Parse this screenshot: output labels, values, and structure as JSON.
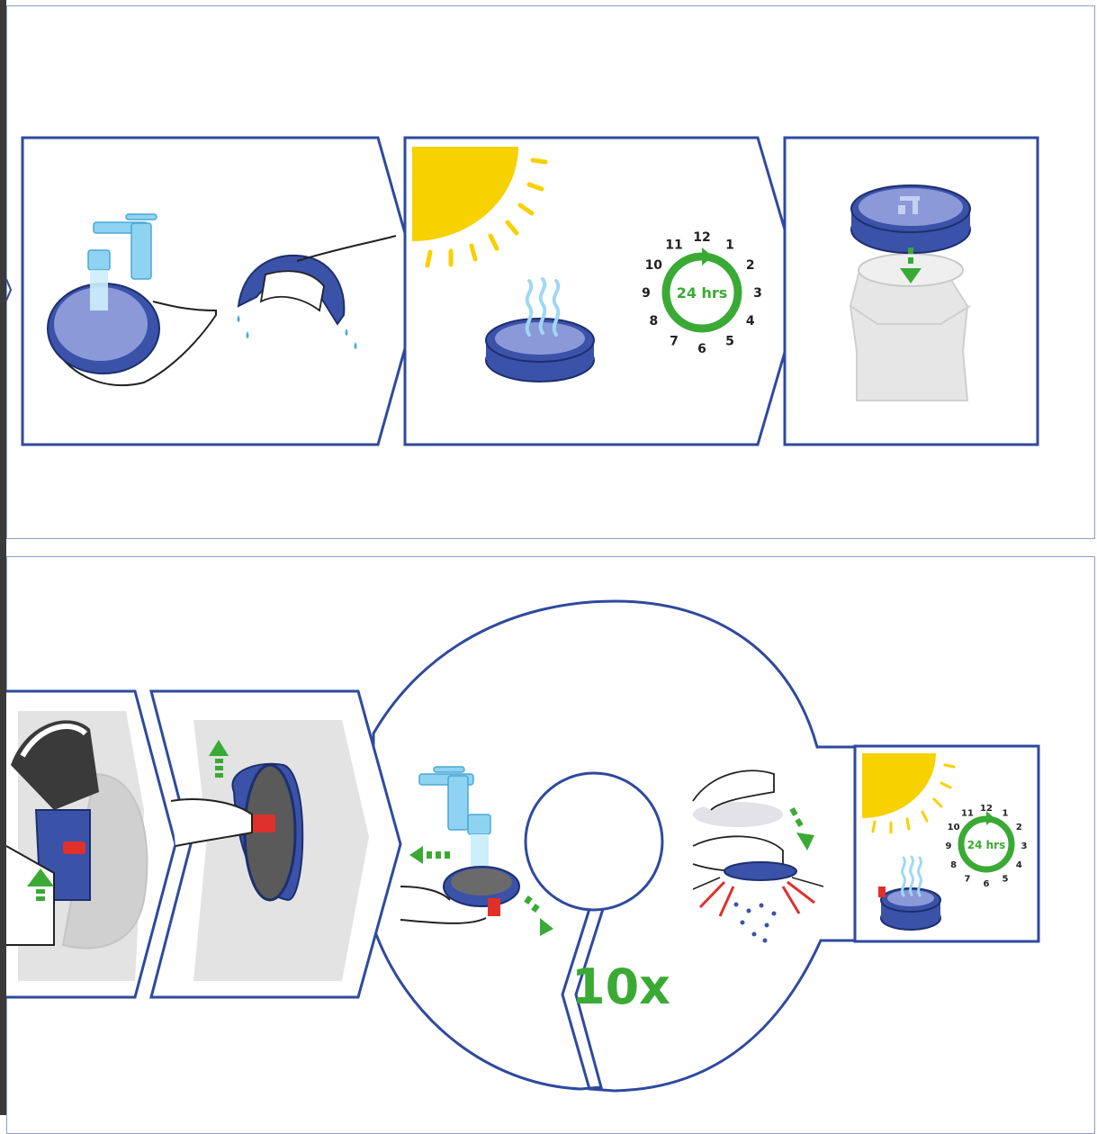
{
  "colors": {
    "outline": "#2e4a9e",
    "disc_blue": "#3a52a8",
    "disc_face": "#8b99d8",
    "sun_yellow": "#f7d100",
    "green": "#3aaa35",
    "tap_blue": "#8fd3f2",
    "red": "#e0302a",
    "grey": "#d9d9d9"
  },
  "top_section": {
    "clock": {
      "center_label": "24 hrs",
      "numbers": [
        "12",
        "1",
        "2",
        "3",
        "4",
        "5",
        "6",
        "7",
        "8",
        "9",
        "10",
        "11"
      ]
    }
  },
  "bottom_section": {
    "repeat_label": "10x",
    "clock": {
      "center_label": "24 hrs",
      "numbers": [
        "12",
        "1",
        "2",
        "3",
        "4",
        "5",
        "6",
        "7",
        "8",
        "9",
        "10",
        "11"
      ]
    }
  },
  "icons": [
    "water-tap-icon",
    "sun-icon",
    "clock-24hrs-icon",
    "green-arrow-icon",
    "steam-icon",
    "water-drop-icon"
  ]
}
